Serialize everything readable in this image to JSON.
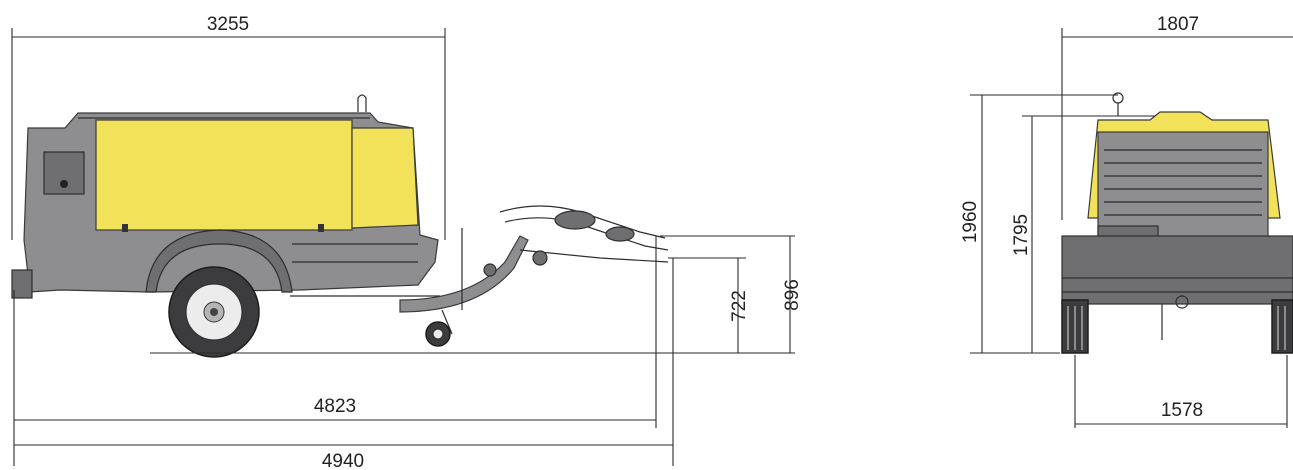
{
  "side_view": {
    "overall_top_length": "3255",
    "height_drawbar_high": "896",
    "height_drawbar_low": "722",
    "length_short": "4823",
    "length_long": "4940"
  },
  "rear_view": {
    "width_top": "1807",
    "height_total": "1960",
    "height_body": "1795",
    "track_width": "1578"
  },
  "colors": {
    "body": "#8e8e90",
    "canopy": "#f2e25a",
    "dimension_lines": "#2a2a2a"
  }
}
